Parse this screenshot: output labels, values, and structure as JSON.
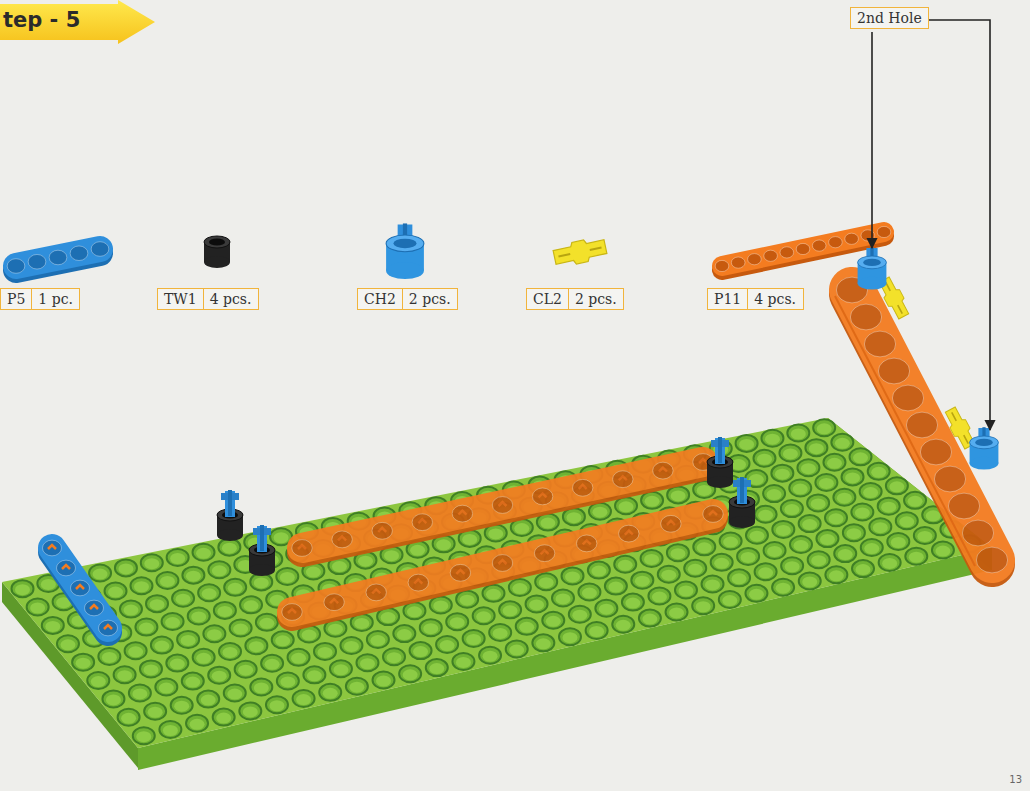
{
  "diagram": {
    "nodes": [
      {
        "text": [
          "tep - 5"
        ]
      },
      {
        "text": [
          "P5",
          "1 pc."
        ]
      },
      {
        "text": [
          "TW1",
          "4 pcs."
        ]
      },
      {
        "text": [
          "CH2",
          "2 pcs."
        ]
      },
      {
        "text": [
          "CL2",
          "2 pcs."
        ]
      },
      {
        "text": [
          "P11",
          "4 pcs."
        ]
      },
      {
        "text": [
          "2nd Hole"
        ]
      }
    ],
    "labels": [
      "13"
    ]
  }
}
